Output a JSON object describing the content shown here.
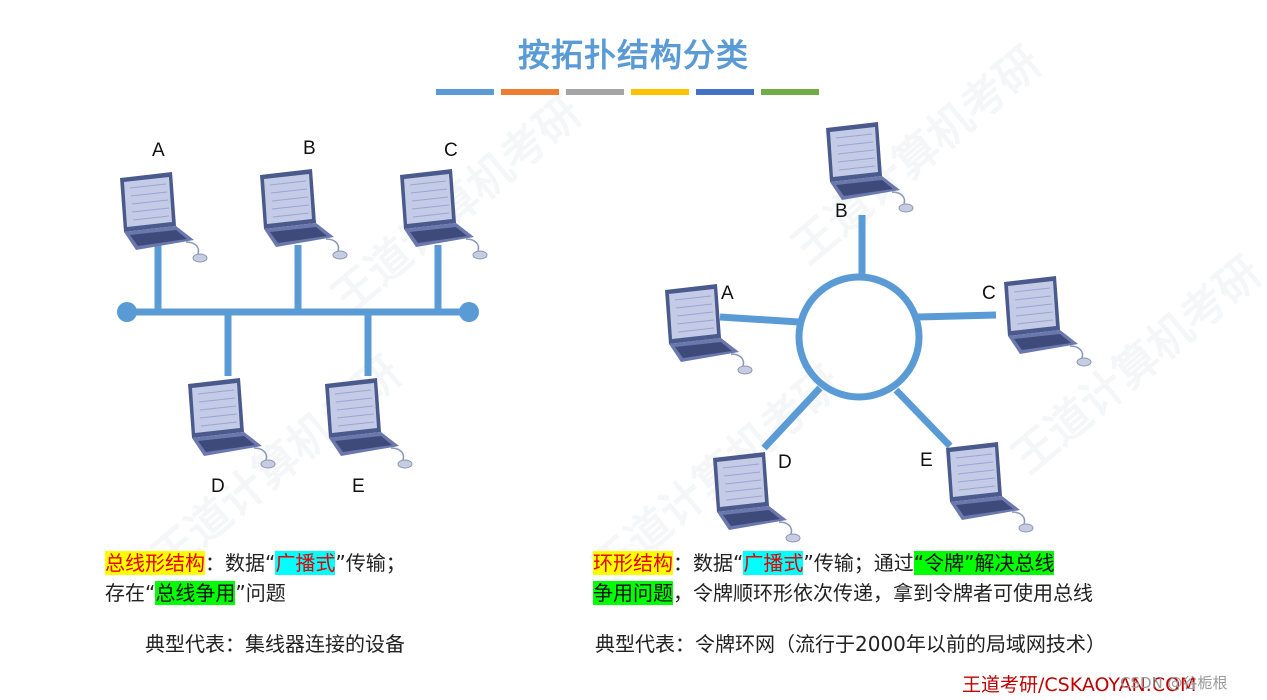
{
  "title": "按拓扑结构分类",
  "color_bars": [
    "#5b9bd5",
    "#ed7d31",
    "#a5a5a5",
    "#ffc000",
    "#4472c4",
    "#70ad47"
  ],
  "bus": {
    "nodes": [
      "A",
      "B",
      "C",
      "D",
      "E"
    ],
    "desc_parts": [
      {
        "text": "总线形结构",
        "style": "hl-yellow"
      },
      {
        "text": "：数据“",
        "style": ""
      },
      {
        "text": "广播式",
        "style": "hl-cyan"
      },
      {
        "text": "”传输；",
        "style": ""
      },
      {
        "text": "\n",
        "style": "br"
      },
      {
        "text": "存在“",
        "style": ""
      },
      {
        "text": "总线争用",
        "style": "hl-green"
      },
      {
        "text": "”问题",
        "style": ""
      }
    ],
    "typical": "典型代表：集线器连接的设备"
  },
  "ring": {
    "nodes": [
      "B",
      "A",
      "C",
      "D",
      "E"
    ],
    "desc_parts": [
      {
        "text": "环形结构",
        "style": "hl-yellow"
      },
      {
        "text": "：数据“",
        "style": ""
      },
      {
        "text": "广播式",
        "style": "hl-cyan"
      },
      {
        "text": "”传输；通过",
        "style": ""
      },
      {
        "text": "“令牌”解决总线",
        "style": "hl-green"
      },
      {
        "text": "\n",
        "style": "br"
      },
      {
        "text": "争用问题",
        "style": "hl-green"
      },
      {
        "text": "，令牌顺环形依次传递，拿到令牌者可使用总线",
        "style": ""
      }
    ],
    "typical": "典型代表：令牌环网（流行于2000年以前的局域网技术）"
  },
  "footer": {
    "brand": "王道考研/CSKAOYAN.COM",
    "csdn": "CSDN @谷栀根"
  },
  "watermark_text": "王道计算机考研"
}
